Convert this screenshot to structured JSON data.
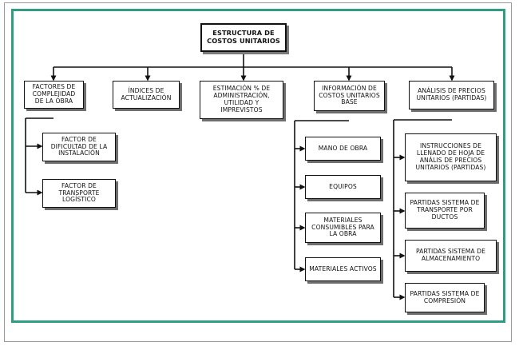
{
  "diagram": {
    "root": {
      "label": "ESTRUCTURA DE COSTOS UNITARIOS"
    },
    "level1": [
      {
        "label": "FACTORES DE COMPLEJIDAD DE LA OBRA"
      },
      {
        "label": "ÍNDICES DE ACTUALIZACIÓN"
      },
      {
        "label": "ESTIMACIÓN % DE ADMINISTRACIÓN, UTILIDAD Y IMPREVISTOS"
      },
      {
        "label": "INFORMACIÓN DE COSTOS UNITARIOS BASE"
      },
      {
        "label": "ANÁLISIS DE PRECIOS UNITARIOS (PARTIDAS)"
      }
    ],
    "factores_children": [
      {
        "label": "FACTOR DE DIFICULTAD DE LA INSTALACIÓN"
      },
      {
        "label": "FACTOR DE TRANSPORTE LOGÍSTICO"
      }
    ],
    "informacion_children": [
      {
        "label": "MANO DE OBRA"
      },
      {
        "label": "EQUIPOS"
      },
      {
        "label": "MATERIALES CONSUMIBLES PARA LA OBRA"
      },
      {
        "label": "MATERIALES ACTIVOS"
      }
    ],
    "analisis_children": [
      {
        "label": "INSTRUCCIONES DE LLENADO DE HOJA DE ANÁLIS DE PRECIOS UNITARIOS (PARTIDAS)"
      },
      {
        "label": "PARTIDAS SISTEMA DE TRANSPORTE POR DUCTOS"
      },
      {
        "label": "PARTIDAS SISTEMA DE ALMACENAMIENTO"
      },
      {
        "label": "PARTIDAS SISTEMA DE COMPRESIÓN"
      }
    ]
  },
  "colors": {
    "frame_accent": "#2f9c83",
    "line": "#111111",
    "shadow": "#6e6e6e"
  }
}
